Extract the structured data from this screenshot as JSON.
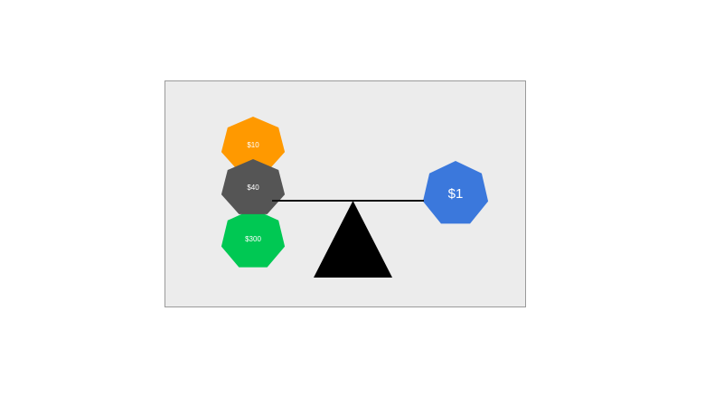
{
  "scene": {
    "title": "balance-scale-illustration",
    "panel": {
      "background_color": "#ececec",
      "border_color": "#9a9a9a"
    },
    "fulcrum": {
      "name": "triangle-fulcrum",
      "color": "#000000"
    },
    "beam": {
      "name": "lever-beam",
      "color": "#111111"
    },
    "left_stack": [
      {
        "label": "$10",
        "color": "#ff9900",
        "shape": "heptagon"
      },
      {
        "label": "$40",
        "color": "#555555",
        "shape": "heptagon"
      },
      {
        "label": "$300",
        "color": "#00c853",
        "shape": "heptagon"
      }
    ],
    "right_side": [
      {
        "label": "$1",
        "color": "#3b78dc",
        "shape": "heptagon"
      }
    ]
  }
}
